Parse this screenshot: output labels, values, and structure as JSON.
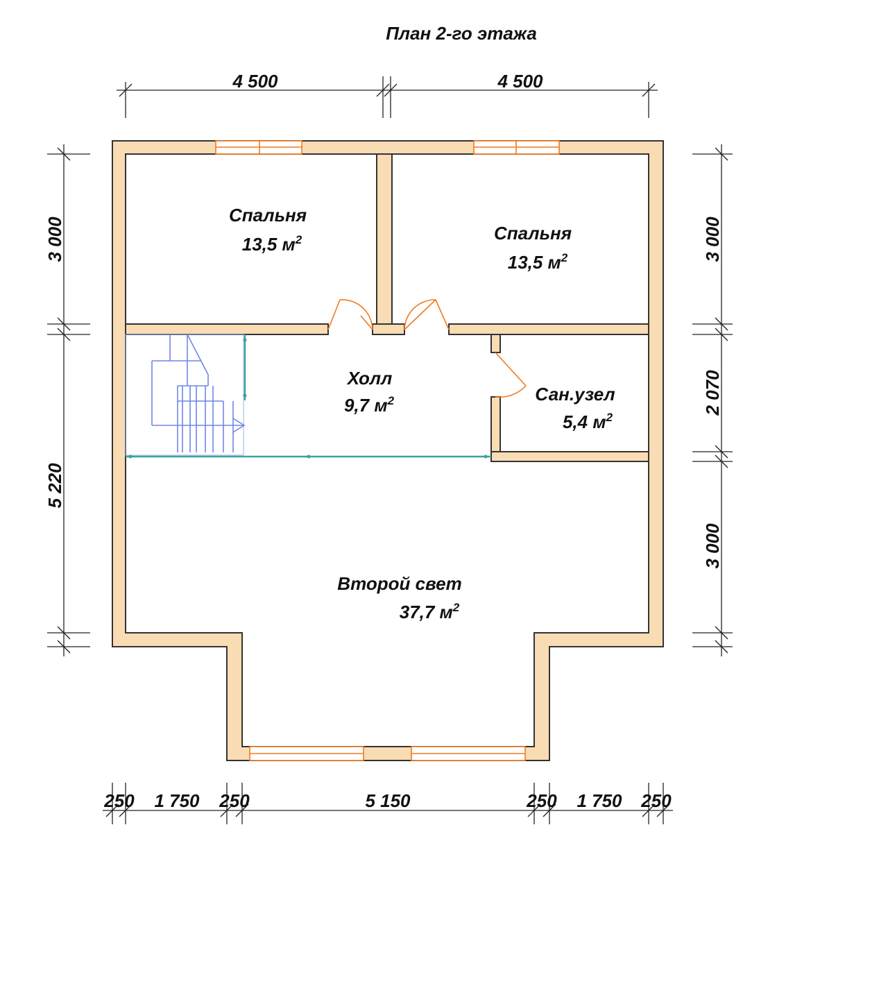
{
  "title": "План 2-го этажа",
  "rooms": [
    {
      "name": "Спальня",
      "area": "13,5 м",
      "sup": "2"
    },
    {
      "name": "Спальня",
      "area": "13,5 м",
      "sup": "2"
    },
    {
      "name": "Холл",
      "area": "9,7 м",
      "sup": "2"
    },
    {
      "name": "Сан.узел",
      "area": "5,4 м",
      "sup": "2"
    },
    {
      "name": "Второй свет",
      "area": "37,7 м",
      "sup": "2"
    }
  ],
  "dimensions": {
    "top": [
      "4 500",
      "4 500"
    ],
    "left": [
      "3 000",
      "5 220"
    ],
    "right": [
      "3 000",
      "2 070",
      "3 000"
    ],
    "bottom": [
      "250",
      "1 750",
      "250",
      "5 150",
      "250",
      "1 750",
      "250"
    ]
  },
  "colors": {
    "wall_fill": "#f9dcb3",
    "door_window": "#f07a1e",
    "stair": "#6f86e6",
    "railing": "#3aa39a"
  }
}
